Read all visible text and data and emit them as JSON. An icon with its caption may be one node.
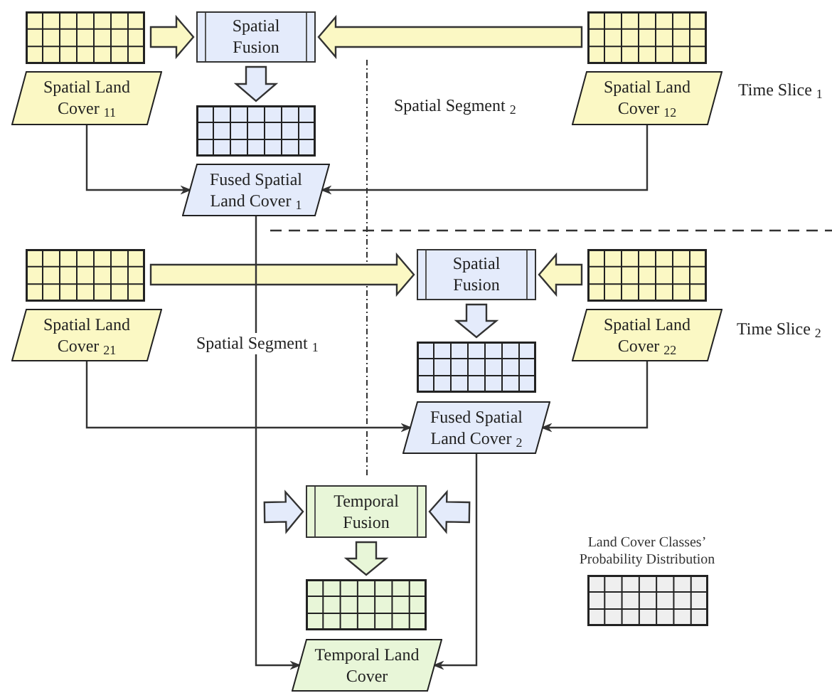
{
  "diagram": {
    "nodes": [
      {
        "text": [],
        "shape": "grid"
      },
      {
        "text": [
          "Spatial Fusion"
        ]
      },
      {
        "text": [],
        "shape": "grid"
      },
      {
        "text": [
          "Spatial Land Cover $_{11}$"
        ]
      },
      {
        "text": [],
        "shape": "grid"
      },
      {
        "text": [
          "Spatial Land Cover $_{12}$"
        ]
      },
      {
        "text": [
          "Fused Spatial Land Cover $_{1}$"
        ]
      },
      {
        "text": [],
        "shape": "grid"
      },
      {
        "text": [
          "Spatial Fusion"
        ]
      },
      {
        "text": [],
        "shape": "grid"
      },
      {
        "text": [
          "Spatial Land Cover $_{21}$"
        ]
      },
      {
        "text": [],
        "shape": "grid"
      },
      {
        "text": [
          "Spatial Land Cover $_{22}$"
        ]
      },
      {
        "text": [
          "Fused Spatial Land Cover $_{2}$"
        ]
      },
      {
        "text": [
          "Temporal Fusion"
        ]
      },
      {
        "text": [],
        "shape": "grid"
      },
      {
        "text": [
          "Temporal Land Cover"
        ]
      },
      {
        "text": [
          "Land Cover Classes’ Probability Distribution"
        ]
      }
    ],
    "edges": [
      {
        "from": 0,
        "to": 1,
        "arrow": "to",
        "style": "thick",
        "color": "#fbf8c4"
      },
      {
        "from": 2,
        "to": 1,
        "arrow": "to",
        "style": "thick",
        "color": "#fbf8c4"
      },
      {
        "from": 1,
        "to": 4,
        "arrow": "to",
        "style": "thick",
        "color": "#e4ebfb"
      },
      {
        "from": 3,
        "to": 6,
        "arrow": "to"
      },
      {
        "from": 5,
        "to": 6,
        "arrow": "to"
      },
      {
        "from": 7,
        "to": 8,
        "arrow": "to",
        "style": "thick",
        "color": "#fbf8c4"
      },
      {
        "from": 9,
        "to": 8,
        "arrow": "to",
        "style": "thick",
        "color": "#fbf8c4"
      },
      {
        "from": 8,
        "to": 11,
        "arrow": "to",
        "style": "thick",
        "color": "#e4ebfb"
      },
      {
        "from": 10,
        "to": 13,
        "arrow": "to"
      },
      {
        "from": 12,
        "to": 13,
        "arrow": "to"
      },
      {
        "from": null,
        "to": 14,
        "arrow": "to",
        "style": "thick",
        "color": "#e4ebfb"
      },
      {
        "from": null,
        "to": 14,
        "arrow": "to",
        "style": "thick",
        "color": "#e4ebfb"
      },
      {
        "from": 14,
        "to": 15,
        "arrow": "to",
        "style": "thick",
        "color": "#e8f6d8"
      },
      {
        "from": 6,
        "to": 16,
        "arrow": "to"
      },
      {
        "from": 13,
        "to": 16,
        "arrow": "to"
      }
    ],
    "labels": [
      "Spatial Segment $_{2}$",
      "Time Slice $_{1}$",
      "Time Slice $_{2}$",
      "Spatial Segment $_{1}$"
    ]
  }
}
